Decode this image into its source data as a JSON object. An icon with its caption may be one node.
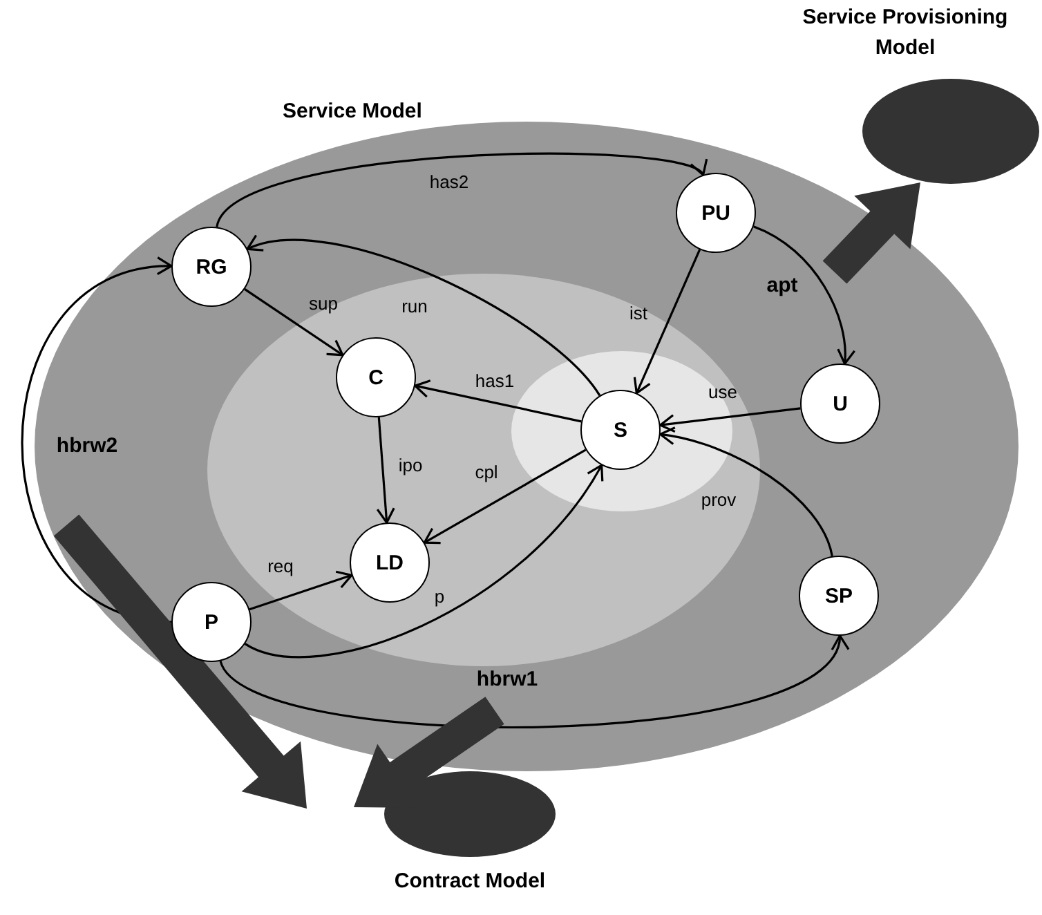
{
  "diagram": {
    "nodes": [
      {
        "text": [
          "Service Model"
        ]
      },
      {
        "text": [
          "Service Provisioning Model"
        ]
      },
      {
        "text": [
          "Contract Model"
        ]
      },
      {
        "text": [
          "RG"
        ],
        "in": 0
      },
      {
        "text": [
          "PU"
        ],
        "in": 0
      },
      {
        "text": [
          "C"
        ],
        "in": 0
      },
      {
        "text": [
          "S"
        ],
        "in": 0
      },
      {
        "text": [
          "U"
        ],
        "in": 0
      },
      {
        "text": [
          "LD"
        ],
        "in": 0
      },
      {
        "text": [
          "P"
        ],
        "in": 0
      },
      {
        "text": [
          "SP"
        ],
        "in": 0
      }
    ],
    "edges": [
      {
        "from": 3,
        "to": 4,
        "arrow": "to",
        "label": "has2"
      },
      {
        "from": 6,
        "to": 3,
        "arrow": "to",
        "label": "run"
      },
      {
        "from": 3,
        "to": 5,
        "arrow": "to",
        "label": "sup"
      },
      {
        "from": 4,
        "to": 6,
        "arrow": "to",
        "label": "ist"
      },
      {
        "from": 4,
        "to": 7,
        "arrow": "to",
        "label": "apt"
      },
      {
        "from": 6,
        "to": 5,
        "arrow": "to",
        "label": "has1"
      },
      {
        "from": 5,
        "to": 8,
        "arrow": "to",
        "label": "ipo"
      },
      {
        "from": 6,
        "to": 8,
        "arrow": "to",
        "label": "cpl"
      },
      {
        "from": 7,
        "to": 6,
        "arrow": "to",
        "label": "use"
      },
      {
        "from": 10,
        "to": 6,
        "arrow": "to",
        "label": "prov"
      },
      {
        "from": 9,
        "to": 8,
        "arrow": "to",
        "label": "req"
      },
      {
        "from": 9,
        "to": 6,
        "arrow": "to",
        "label": "p"
      },
      {
        "from": 9,
        "to": 3,
        "arrow": "to",
        "label": "hbrw2"
      },
      {
        "from": 9,
        "to": 10,
        "arrow": "to",
        "label": "hbrw1"
      },
      {
        "from": 0,
        "to": 1,
        "arrow": "to",
        "style": "thick",
        "color": "#333333"
      },
      {
        "from": 0,
        "to": 2,
        "arrow": "to",
        "style": "thick",
        "color": "#333333"
      },
      {
        "from": 0,
        "to": 2,
        "arrow": "to",
        "style": "thick",
        "color": "#333333"
      }
    ]
  }
}
